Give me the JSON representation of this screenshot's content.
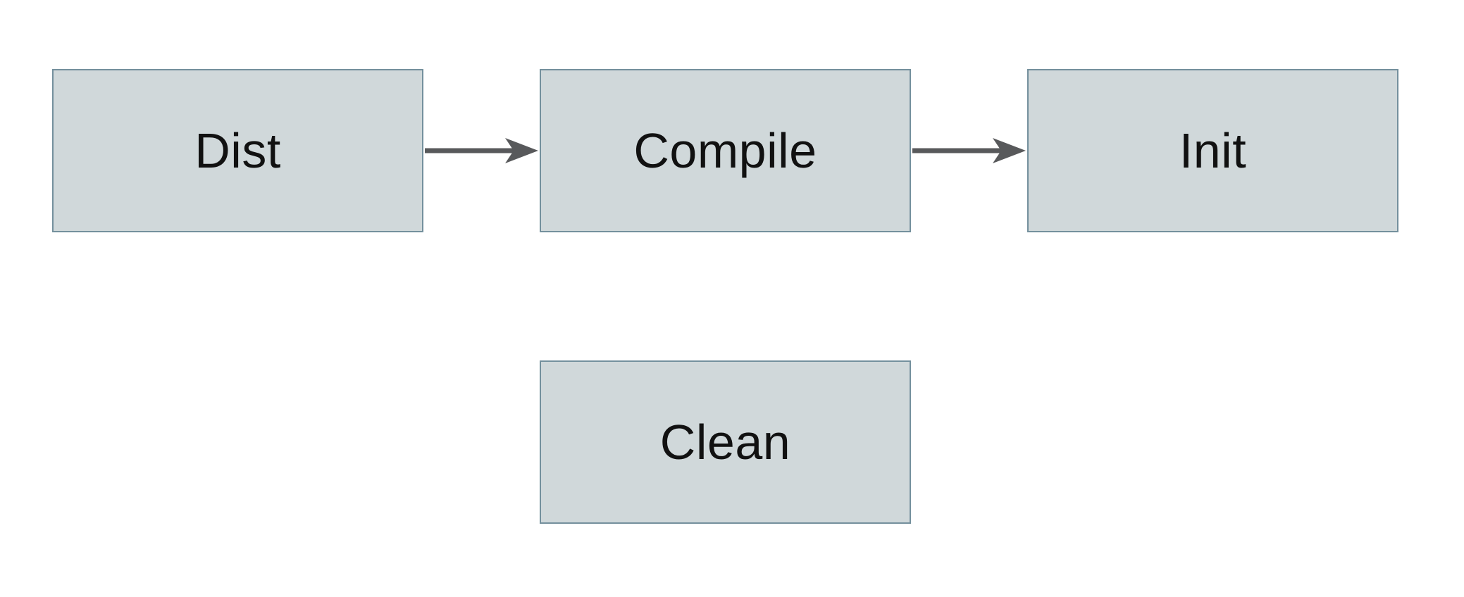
{
  "diagram": {
    "nodes": [
      {
        "id": "dist",
        "label": "Dist"
      },
      {
        "id": "compile",
        "label": "Compile"
      },
      {
        "id": "init",
        "label": "Init"
      },
      {
        "id": "clean",
        "label": "Clean"
      }
    ],
    "edges": [
      {
        "from": "dist",
        "to": "compile"
      },
      {
        "from": "compile",
        "to": "init"
      }
    ]
  },
  "colors": {
    "node_fill": "#d0d8da",
    "node_border": "#74909d",
    "arrow": "#58595b",
    "text": "#111111",
    "background": "#ffffff"
  }
}
